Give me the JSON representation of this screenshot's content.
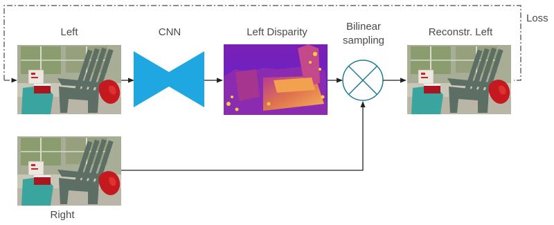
{
  "labels": {
    "left": "Left",
    "cnn": "CNN",
    "left_disparity": "Left Disparity",
    "bilinear_line1": "Bilinear",
    "bilinear_line2": "sampling",
    "reconstr_left": "Reconstr. Left",
    "right": "Right",
    "loss": "Loss"
  },
  "colors": {
    "cnn": "#1ea7e1",
    "sampler": "#1e7a95",
    "arrow": "#222222",
    "loss_line": "#444444",
    "label": "#4a4a4a"
  },
  "icons": {
    "sampler": "circle-cross-icon",
    "cnn": "bowtie-encoder-decoder-shape"
  }
}
